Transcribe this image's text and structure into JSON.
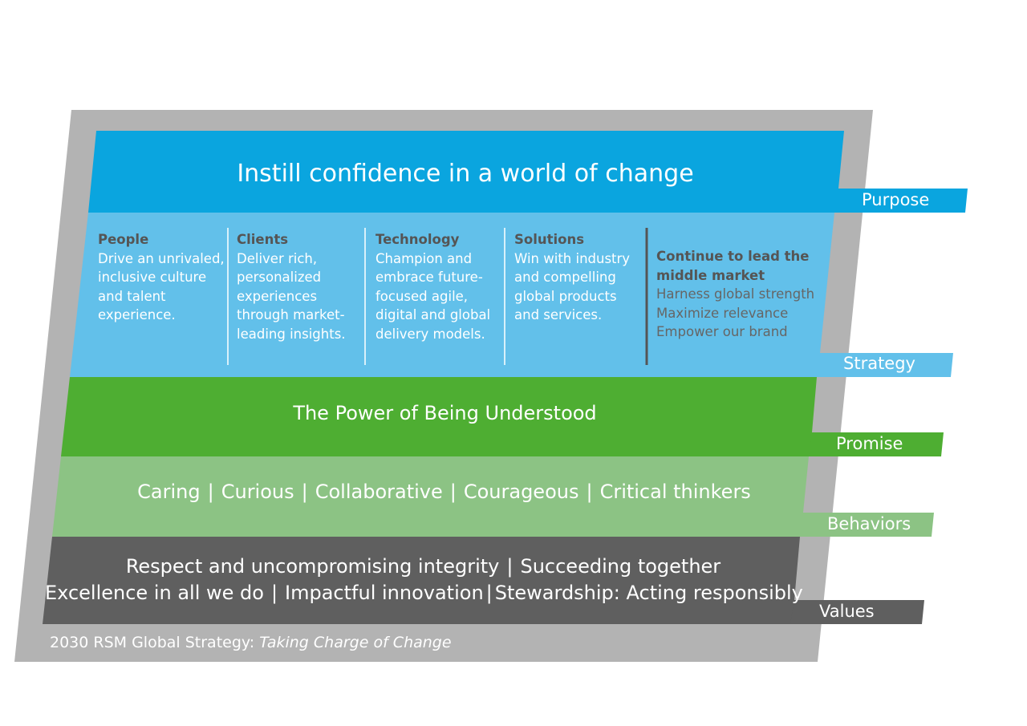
{
  "purpose": {
    "statement": "Instill confidence in a world of change",
    "label": "Purpose"
  },
  "strategy": {
    "label": "Strategy",
    "pillars": [
      {
        "title": "People",
        "text": "Drive an unrivaled, inclusive culture and talent experience."
      },
      {
        "title": "Clients",
        "text": "Deliver rich, personalized experiences through market-leading insights."
      },
      {
        "title": "Technology",
        "text": "Champion and embrace future-focused agile, digital and global delivery models."
      },
      {
        "title": "Solutions",
        "text": "Win with industry and compelling global products and services."
      }
    ],
    "lead": {
      "title": "Continue to lead the middle market",
      "items": [
        "Harness global strength",
        "Maximize relevance",
        "Empower our brand"
      ]
    }
  },
  "promise": {
    "statement": "The Power of Being Understood",
    "label": "Promise"
  },
  "behaviors": {
    "items": [
      "Caring",
      "Curious",
      "Collaborative",
      "Courageous",
      "Critical thinkers"
    ],
    "separator": "|",
    "label": "Behaviors"
  },
  "values": {
    "line1": [
      "Respect and uncompromising integrity",
      "Succeeding together"
    ],
    "line2": [
      "Excellence in all we do",
      "Impactful innovation",
      "Stewardship: Acting responsibly"
    ],
    "separator": "|",
    "label": "Values"
  },
  "footer": {
    "prefix": "2030 RSM Global Strategy: ",
    "emphasis": "Taking Charge of Change"
  },
  "colors": {
    "frame": "#b3b3b3",
    "purpose": "#0aa5df",
    "strategy": "#62c0ea",
    "promise": "#4eae32",
    "behaviors": "#8cc384",
    "values": "#5f5f5f",
    "dark_text": "#555555"
  }
}
